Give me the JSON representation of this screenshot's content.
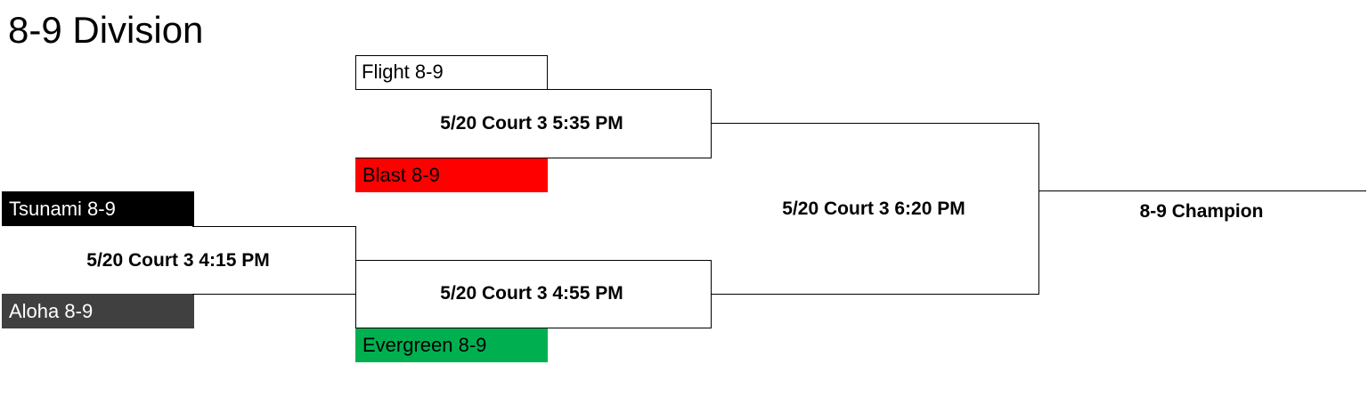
{
  "title": "8-9 Division",
  "teams": {
    "flight": {
      "name": "Flight 8-9",
      "color": "#ffffff",
      "text_color": "#000000"
    },
    "blast": {
      "name": "Blast 8-9",
      "color": "#ff0000",
      "text_color": "#000000"
    },
    "tsunami": {
      "name": "Tsunami 8-9",
      "color": "#000000",
      "text_color": "#ffffff"
    },
    "aloha": {
      "name": "Aloha 8-9",
      "color": "#404040",
      "text_color": "#ffffff"
    },
    "evergreen": {
      "name": "Evergreen 8-9",
      "color": "#00b050",
      "text_color": "#000000"
    }
  },
  "games": {
    "game_1": "5/20 Court 3 4:15 PM",
    "game_2": "5/20 Court 3 5:35 PM",
    "game_3": "5/20 Court 3 4:55 PM",
    "game_4": "5/20 Court 3 6:20 PM"
  },
  "champion_label": "8-9 Champion"
}
